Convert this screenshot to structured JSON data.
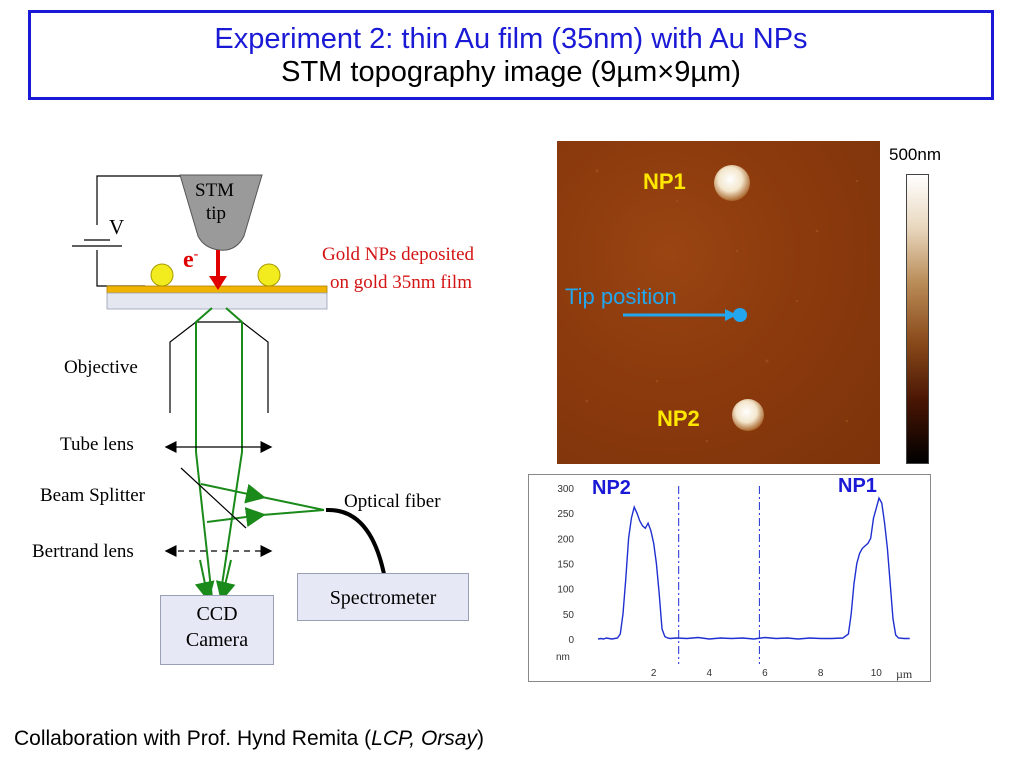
{
  "title": {
    "line1": "Experiment 2:  thin Au film (35nm) with Au NPs",
    "line2": "STM topography image (9µm×9µm)"
  },
  "diagram": {
    "stm_tip_line1": "STM",
    "stm_tip_line2": "tip",
    "voltage": "V",
    "electron": "e",
    "electron_sup": "-",
    "nps_line1": "Gold NPs deposited",
    "nps_line2": "on gold 35nm film",
    "objective": "Objective",
    "tube_lens": "Tube lens",
    "beam_splitter": "Beam Splitter",
    "bertrand_lens": "Bertrand lens",
    "optical_fiber": "Optical fiber",
    "spectrometer": "Spectrometer",
    "ccd_line1": "CCD",
    "ccd_line2": "Camera"
  },
  "stm_image": {
    "np1": "NP1",
    "np2": "NP2",
    "tip_position": "Tip position",
    "colorbar_label": "500nm"
  },
  "chart_data": {
    "type": "line",
    "ylim": [
      0,
      300
    ],
    "xlim": [
      0,
      11.5
    ],
    "yticks": [
      "300",
      "250",
      "200",
      "150",
      "100",
      "50",
      "0"
    ],
    "xticks": [
      "2",
      "4",
      "6",
      "8",
      "10"
    ],
    "ylabel": "nm",
    "xlabel": "µm",
    "annotations": [
      "NP2",
      "NP1"
    ],
    "markers_x": [
      2.9,
      5.8
    ],
    "series": [
      {
        "color": "#1f2fd0",
        "x": [
          0,
          0.1,
          0.2,
          0.3,
          0.4,
          0.5,
          0.6,
          0.7,
          0.8,
          0.9,
          1.0,
          1.1,
          1.2,
          1.3,
          1.4,
          1.5,
          1.6,
          1.7,
          1.8,
          1.9,
          2.0,
          2.1,
          2.2,
          2.3,
          2.4,
          2.5,
          2.6,
          2.8,
          3.2,
          3.6,
          4.0,
          4.4,
          4.8,
          5.2,
          5.6,
          6.0,
          6.4,
          6.8,
          7.2,
          7.6,
          8.0,
          8.4,
          8.8,
          9.0,
          9.1,
          9.2,
          9.3,
          9.4,
          9.5,
          9.6,
          9.7,
          9.8,
          9.9,
          10.0,
          10.1,
          10.2,
          10.3,
          10.4,
          10.5,
          10.6,
          10.7,
          10.8,
          11.0,
          11.2
        ],
        "y": [
          0,
          1,
          0,
          2,
          1,
          0,
          1,
          2,
          10,
          50,
          120,
          200,
          240,
          262,
          250,
          235,
          225,
          220,
          230,
          215,
          190,
          150,
          90,
          20,
          5,
          2,
          1,
          2,
          1,
          3,
          0,
          2,
          1,
          2,
          0,
          3,
          1,
          2,
          0,
          2,
          1,
          1,
          2,
          10,
          50,
          110,
          150,
          170,
          180,
          185,
          190,
          200,
          240,
          260,
          280,
          270,
          230,
          180,
          110,
          40,
          8,
          2,
          1,
          1
        ]
      }
    ]
  }
}
